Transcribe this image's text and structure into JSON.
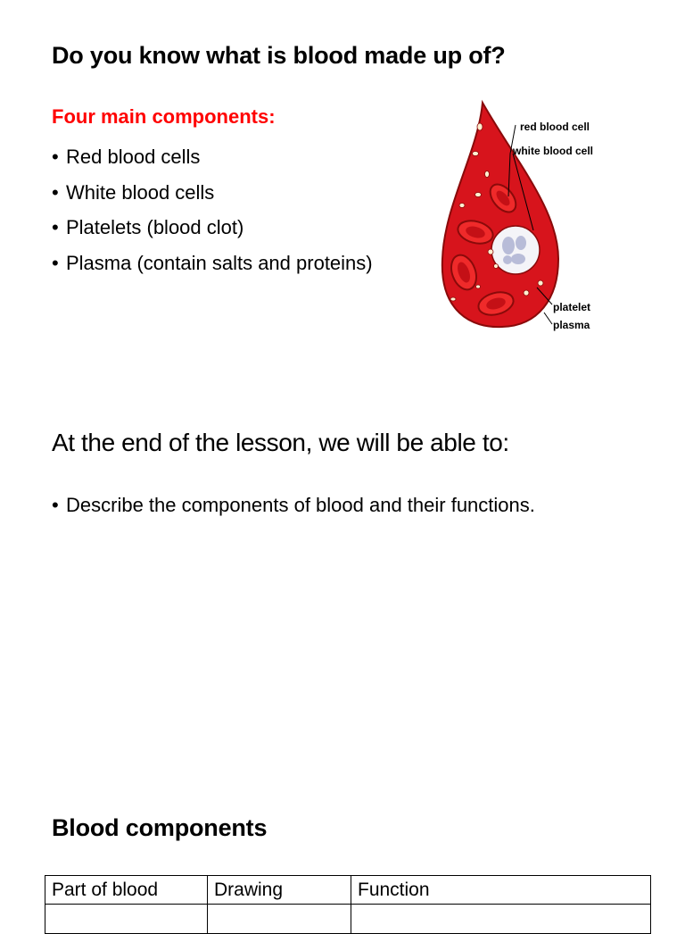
{
  "section_1": {
    "title": "Do you know what is blood made up of?",
    "subtitle": "Four main components:",
    "components": [
      "Red blood cells",
      "White blood cells",
      "Platelets (blood clot)",
      "Plasma (contain salts and proteins)"
    ]
  },
  "diagram": {
    "labels": {
      "red_blood_cell": "red blood cell",
      "white_blood_cell": "white blood cell",
      "platelet": "platelet",
      "plasma": "plasma"
    },
    "colors": {
      "plasma": "#d7141c",
      "red_cell": "#ef2a2a",
      "red_cell_rim": "#8a0a0a",
      "white_cell": "#f4f4f8",
      "nucleus": "#b8bcd8",
      "platelet": "#fff0d0"
    }
  },
  "section_2": {
    "title": "At the end of the lesson, we will be able to:",
    "objectives": [
      "Describe the components of blood and their functions."
    ]
  },
  "section_3": {
    "title": "Blood components",
    "table": {
      "headers": [
        "Part of blood",
        "Drawing",
        "Function"
      ]
    }
  }
}
